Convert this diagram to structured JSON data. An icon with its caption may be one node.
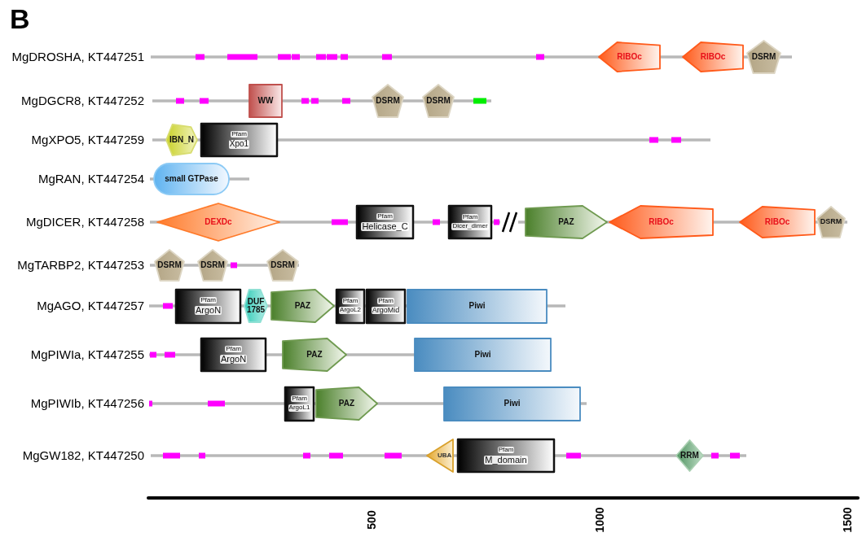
{
  "diagram": {
    "nodes": [
      {
        "text": [
          "RIBOc"
        ]
      },
      {
        "text": [
          "RIBOc"
        ]
      },
      {
        "text": [
          "DSRM"
        ]
      },
      {
        "text": [
          "WW"
        ]
      },
      {
        "text": [
          "DSRM"
        ]
      },
      {
        "text": [
          "DSRM"
        ]
      },
      {
        "text": [
          "IBN_N"
        ]
      },
      {
        "text": [
          "Pfam",
          "Xpo1"
        ]
      },
      {
        "text": [
          "small GTPase"
        ]
      },
      {
        "text": [
          "DEXDc"
        ]
      },
      {
        "text": [
          "Pfam",
          "Helicase_C"
        ]
      },
      {
        "text": [
          "Pfam",
          "Dicer_dimer"
        ]
      },
      {
        "text": [
          "PAZ"
        ]
      },
      {
        "text": [
          "RIBOc"
        ]
      },
      {
        "text": [
          "RIBOc"
        ]
      },
      {
        "text": [
          "DSRM"
        ]
      },
      {
        "text": [
          "DSRM"
        ]
      },
      {
        "text": [
          "DSRM"
        ]
      },
      {
        "text": [
          "DSRM"
        ]
      },
      {
        "text": [
          "Pfam",
          "ArgoN"
        ]
      },
      {
        "text": [
          "DUF 1785"
        ]
      },
      {
        "text": [
          "PAZ"
        ]
      },
      {
        "text": [
          "Pfam",
          "ArgoL2"
        ]
      },
      {
        "text": [
          "Pfam",
          "ArgoMid"
        ]
      },
      {
        "text": [
          "Piwi"
        ]
      },
      {
        "text": [
          "Pfam",
          "ArgoN"
        ]
      },
      {
        "text": [
          "PAZ"
        ]
      },
      {
        "text": [
          "Piwi"
        ]
      },
      {
        "text": [
          "Pfam",
          "ArgoL1"
        ]
      },
      {
        "text": [
          "PAZ"
        ]
      },
      {
        "text": [
          "Piwi"
        ]
      },
      {
        "text": [
          "UBA"
        ]
      },
      {
        "text": [
          "Pfam",
          "M_domain"
        ]
      },
      {
        "text": [
          "RRM"
        ]
      }
    ],
    "labels": [
      "B",
      "MgDROSHA, KT447251",
      "MgDGCR8, KT447252",
      "MgXPO5, KT447259",
      "MgRAN, KT447254",
      "MgDICER, KT447258",
      "MgTARBP2, KT447253",
      "MgAGO, KT447257",
      "MgPIWIa, KT447255",
      "MgPIWIb, KT447256",
      "MgGW182, KT447250",
      "500",
      "1000",
      "1500"
    ]
  }
}
